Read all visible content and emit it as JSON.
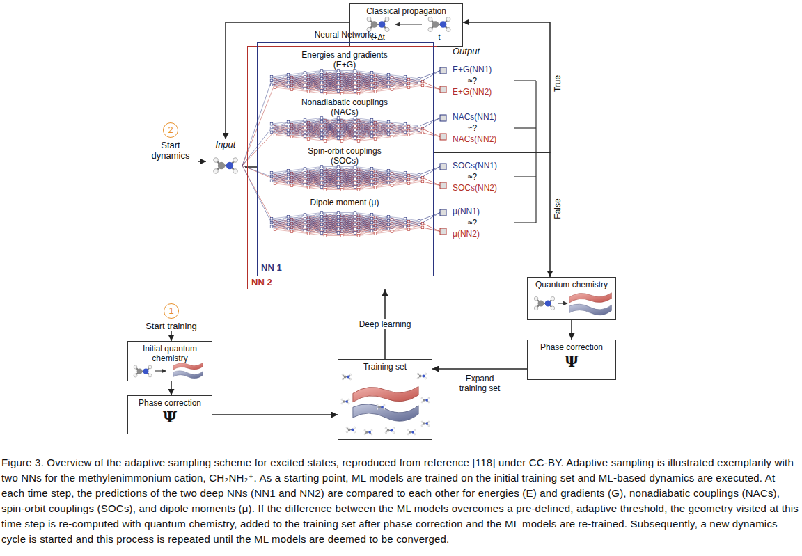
{
  "diagram": {
    "caption": "Figure 3. Overview of the adaptive sampling scheme for excited states, reproduced from reference [118] under CC-BY. Adaptive sampling is illustrated exemplarily with two NNs for the methylenimmonium cation, CH₂NH₂⁺. As a starting point, ML models are trained on the initial training set and ML-based dynamics are executed. At each time step, the predictions of the two deep NNs (NN1 and NN2) are compared to each other for energies (E) and gradients (G), nonadiabatic couplings (NACs), spin-orbit couplings (SOCs), and dipole moments (μ). If the difference between the ML models overcomes a pre-defined, adaptive threshold, the geometry visited at this time step is re-computed with quantum chemistry, added to the training set after phase correction and the ML models are re-trained. Subsequently, a new dynamics cycle is started and this process is repeated until the ML models are deemed to be converged.",
    "nodes": [
      {
        "text": [
          "Classical propagation"
        ]
      },
      {
        "text": [
          "NN 2"
        ]
      },
      {
        "text": [
          "Neural Networks",
          "NN 1"
        ],
        "in": 1
      },
      {
        "text": [
          "2",
          "Start dynamics"
        ]
      },
      {
        "text": [
          "Input"
        ]
      },
      {
        "text": [
          "1",
          "Start training"
        ]
      },
      {
        "text": [
          "Initial quantum chemistry"
        ]
      },
      {
        "text": [
          "Phase correction",
          "Ψ"
        ]
      },
      {
        "text": [
          "Training set"
        ]
      },
      {
        "text": [
          "Quantum chemistry"
        ]
      },
      {
        "text": [
          "Phase correction",
          "Ψ"
        ]
      }
    ],
    "edges": [
      {
        "from": 0,
        "to": 4,
        "arrow": "to"
      },
      {
        "from": 3,
        "to": 4,
        "arrow": "to"
      },
      {
        "from": 4,
        "to": 2,
        "arrow": "none"
      },
      {
        "from": 2,
        "to": 0,
        "label": "True",
        "arrow": "to"
      },
      {
        "from": 2,
        "to": 9,
        "label": "False",
        "arrow": "to"
      },
      {
        "from": 5,
        "to": 6,
        "arrow": "to"
      },
      {
        "from": 6,
        "to": 7,
        "arrow": "to"
      },
      {
        "from": 7,
        "to": 8,
        "arrow": "to"
      },
      {
        "from": 8,
        "to": 1,
        "label": "Deep learning",
        "arrow": "to"
      },
      {
        "from": 9,
        "to": 10,
        "arrow": "to"
      },
      {
        "from": 10,
        "to": 8,
        "label": "Expand training set",
        "arrow": "to"
      }
    ],
    "labels": [
      "t+Δt",
      "t",
      "Output",
      "Energies and gradients (E+G)",
      "Nonadiabatic couplings (NACs)",
      "Spin-orbit couplings (SOCs)",
      "Dipole moment (μ)",
      "E+G(NN1)",
      "≈?",
      "E+G(NN2)",
      "NACs(NN1)",
      "≈?",
      "NACs(NN2)",
      "SOCs(NN1)",
      "≈?",
      "SOCs(NN2)",
      "μ(NN1)",
      "≈?",
      "μ(NN2)"
    ]
  }
}
